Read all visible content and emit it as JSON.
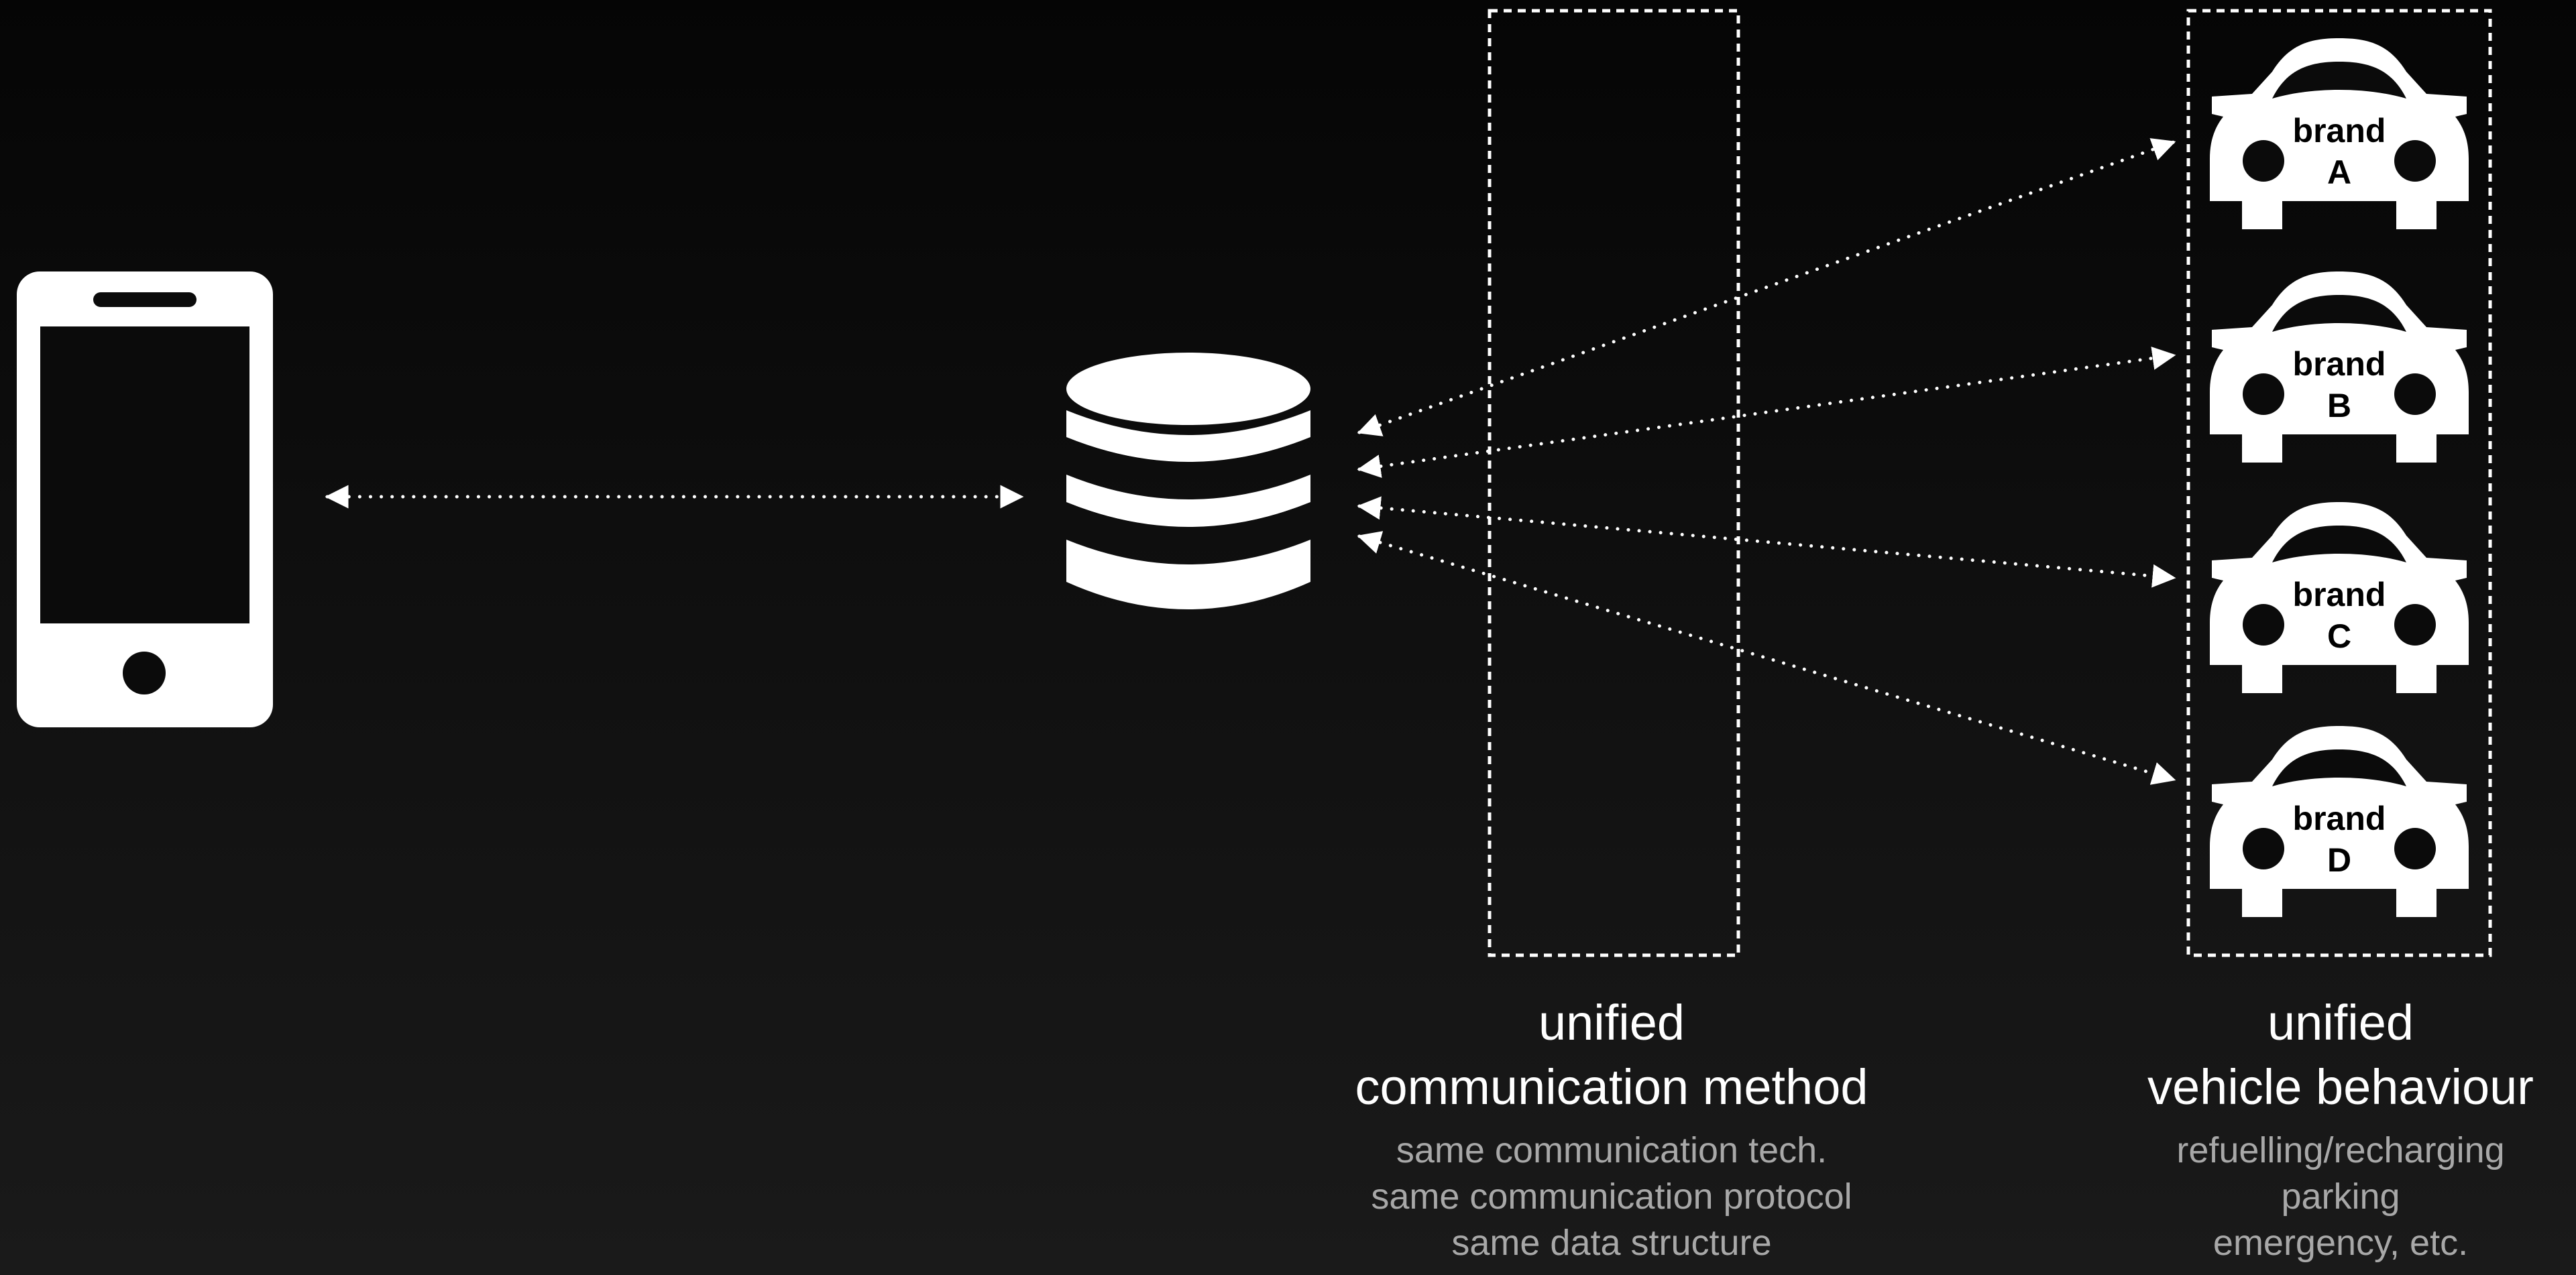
{
  "colors": {
    "background": "#0e0e0e",
    "foreground": "#ffffff",
    "subtitle": "#a8a8a8"
  },
  "icons": {
    "phone": "smartphone-icon",
    "server": "database-icon",
    "car": "car-icon"
  },
  "cars": [
    {
      "line1": "brand",
      "line2": "A"
    },
    {
      "line1": "brand",
      "line2": "B"
    },
    {
      "line1": "brand",
      "line2": "C"
    },
    {
      "line1": "brand",
      "line2": "D"
    }
  ],
  "communication": {
    "title_line1": "unified",
    "title_line2": "communication method",
    "details": [
      "same communication tech.",
      "same communication protocol",
      "same data structure"
    ]
  },
  "vehicle": {
    "title_line1": "unified",
    "title_line2": "vehicle behaviour",
    "details": [
      "refuelling/recharging",
      "parking",
      "emergency, etc."
    ]
  }
}
